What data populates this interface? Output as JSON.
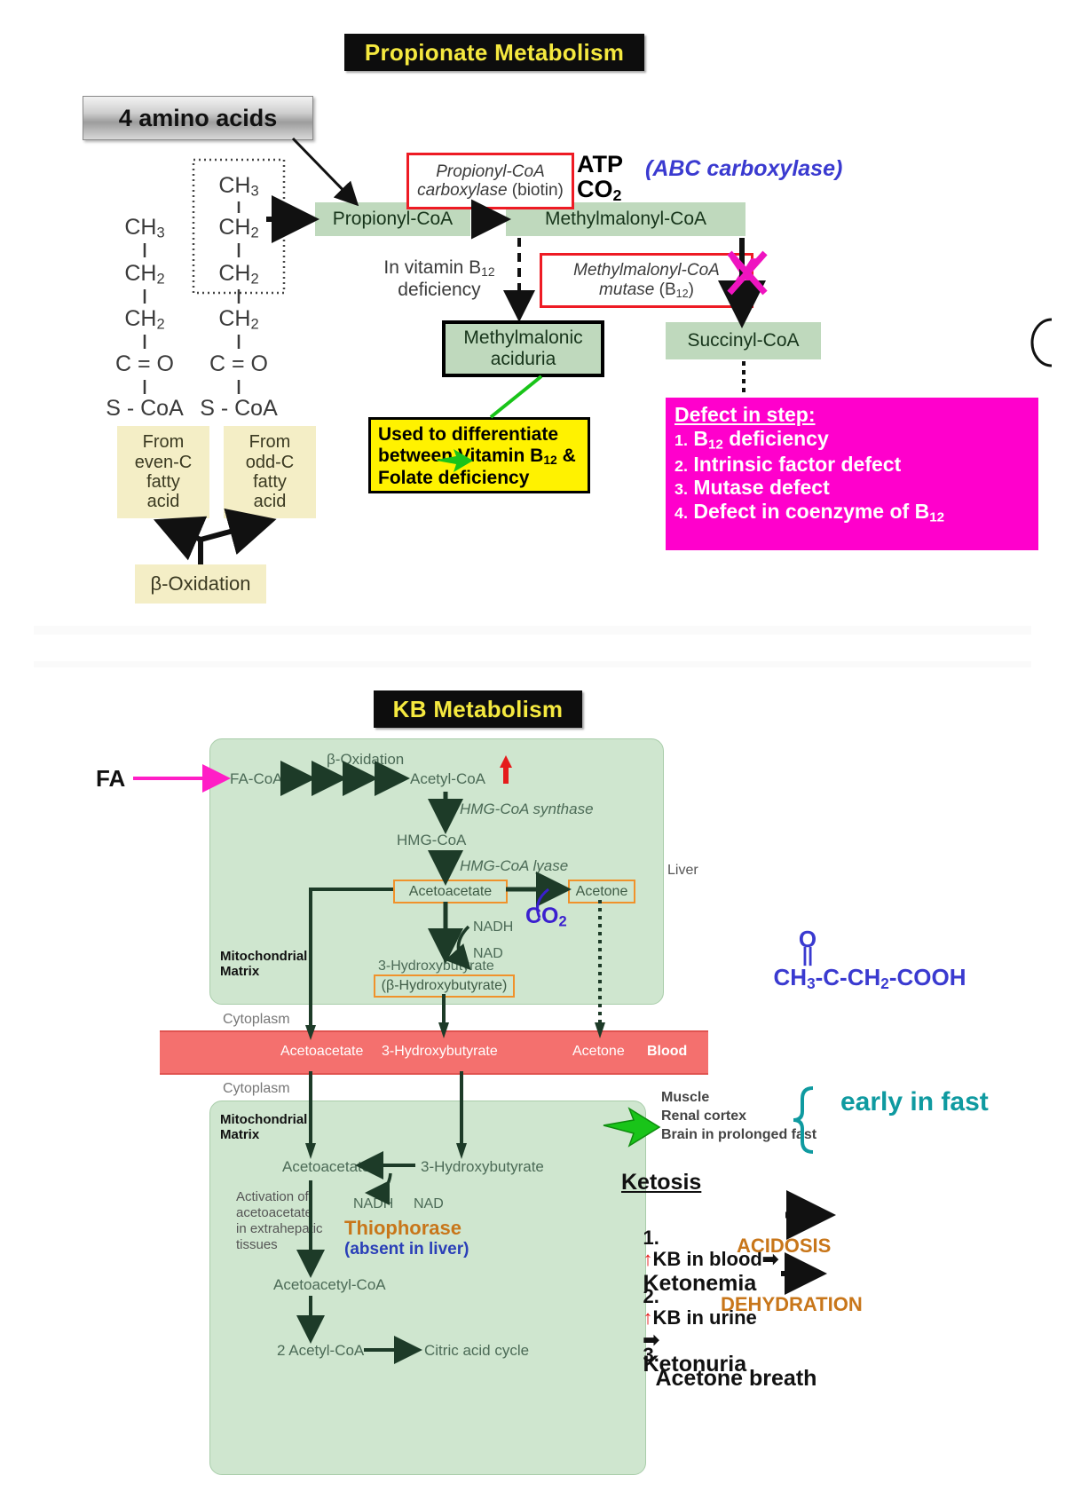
{
  "slide1": {
    "title": "Propionate Metabolism",
    "source_box": "4 amino acids",
    "chain_left": [
      "CH3",
      "CH2",
      "CH2",
      "C = O",
      "S - CoA"
    ],
    "chain_right": [
      "CH3",
      "CH2",
      "CH2",
      "CH2",
      "C = O",
      "S - CoA"
    ],
    "from_even": "From\neven-C\nfatty\nacid",
    "from_odd": "From\nodd-C\nfatty\nacid",
    "beta_oxidation": "β-Oxidation",
    "propionyl_coa": "Propionyl-CoA",
    "methylmalonyl_coa": "Methylmalonyl-CoA",
    "succinyl_coa": "Succinyl-CoA",
    "enzyme1_italic": "Propionyl-CoA\ncarboxylase",
    "enzyme1_plain": "(biotin)",
    "cofactor_atp": "ATP",
    "cofactor_co2": "CO2",
    "abc_note": "(ABC carboxylase)",
    "b12_deficiency": "In vitamin B12\ndeficiency",
    "enzyme2_italic": "Methylmalonyl-CoA\nmutase",
    "enzyme2_plain": "(B12)",
    "block_marker": "X",
    "methylmalonic_aciduria": "Methylmalonic\naciduria",
    "yellow_note": [
      "Used to differentiate",
      "between Vitamin B12",
      "& Folate deficiency"
    ],
    "defect_header": "Defect in step:",
    "defect_items": [
      "B12 deficiency",
      "Intrinsic factor defect",
      "Mutase defect",
      "Defect in coenzyme of B12"
    ]
  },
  "slide2": {
    "title": "KB Metabolism",
    "fa_label": "FA",
    "fa_coa": "FA-CoA",
    "beta_oxidation": "β-Oxidation",
    "acetyl_coa": "Acetyl-CoA",
    "hmg_synthase": "HMG-CoA synthase",
    "hmg_coa": "HMG-CoA",
    "hmg_lyase": "HMG-CoA lyase",
    "acetoacetate": "Acetoacetate",
    "acetone": "Acetone",
    "co2": "CO2",
    "nadh": "NADH",
    "nad": "NAD",
    "hydroxybutyrate": "3-Hydroxybutyrate",
    "hydroxybutyrate_alt": "(β-Hydroxybutyrate)",
    "liver": "Liver",
    "mito_matrix": "Mitochondrial\nMatrix",
    "cytoplasm_top": "Cytoplasm",
    "cytoplasm_bottom": "Cytoplasm",
    "blood_items": [
      "Acetoacetate",
      "3-Hydroxybutyrate",
      "Acetone"
    ],
    "blood_label": "Blood",
    "tissues": [
      "Muscle",
      "Renal cortex",
      "Brain in prolonged fast"
    ],
    "early_in_fast": "early in fast",
    "acetoacetate2": "Acetoacetate",
    "hydroxybutyrate2": "3-Hydroxybutyrate",
    "nadh2": "NADH",
    "nad2": "NAD",
    "thiophorase": "Thiophorase",
    "absent_in_liver": "(absent in liver)",
    "activation_note": "Activation of\nacetoacetate\nin extrahepatic\ntissues",
    "acetoacetyl_coa": "Acetoacetyl-CoA",
    "two_acetyl_coa": "2 Acetyl-CoA",
    "citric_acid_cycle": "Citric acid cycle",
    "ketosis_header": "Ketosis",
    "ketosis_items": [
      {
        "num": "1.",
        "text": "KB in blood",
        "arrow": "➡",
        "result": "Ketonemia",
        "sub": "ACIDOSIS"
      },
      {
        "num": "2.",
        "text": "KB in urine",
        "arrow": "➡",
        "result": "Ketonuria",
        "sub": "DEHYDRATION"
      },
      {
        "num": "3.",
        "text": "",
        "arrow": "",
        "result": "Acetone breath",
        "sub": ""
      }
    ],
    "acetone_structure_top": "O",
    "acetone_structure_bond": "||",
    "acetone_structure": "CH3-C-CH2-COOH"
  },
  "colors": {
    "title_bg": "#0d0d0d",
    "title_fg": "#f5e93f",
    "green": "#bfd9bd",
    "cream": "#f4eec6",
    "magenta": "#ff00cc",
    "yellow": "#fff200",
    "red_outline": "#ee1b24",
    "kb_cell": "#cfe6cf",
    "blood": "#f4706e",
    "orange": "#f0922b",
    "co2_blue": "#3a1fcf",
    "teal": "#0f9aa0"
  }
}
